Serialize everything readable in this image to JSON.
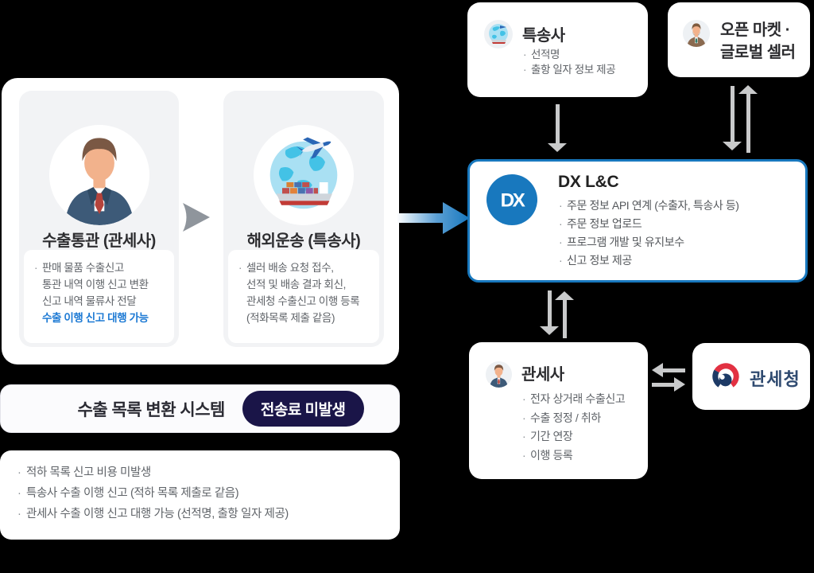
{
  "colors": {
    "background": "#000000",
    "accent_blue": "#1878be",
    "highlight_blue": "#1d7ad4",
    "badge_navy": "#1a1548",
    "arrow_gray": "#c9cacb",
    "emblem_red": "#e23142",
    "emblem_navy": "#1d3a66"
  },
  "icons": {
    "businessman_avatar": "man-in-navy-suit-red-tie",
    "transport_globe": "globe-with-airplane-and-container-ship",
    "courier_globe": "globe-with-airplane-and-container-ship",
    "seller_avatar": "bearded-man-in-brown-suit",
    "broker_avatar": "man-in-navy-suit-red-tie",
    "dx_logo": "blue-circle-DX-monogram",
    "customs_emblem": "korea-government-taegeuk-swirl",
    "airplane_glyph": "✈"
  },
  "left_panel": {
    "customs": {
      "title": "수출통관 (관세사)",
      "lines": [
        "판매 물품 수출신고",
        "통관 내역 이행 신고 변환",
        "신고 내역 물류사 전달"
      ],
      "highlight": "수출 이행 신고 대행 가능"
    },
    "transport": {
      "title": "해외운송 (특송사)",
      "lines": [
        "셀러 배송 요청 접수,",
        "선적 및 배송 결과 회신,",
        "관세청 수출신고 이행 등록",
        "(적화목록 제출 같음)"
      ]
    }
  },
  "conversion_bar": {
    "title": "수출 목록 변환 시스템",
    "badge": "전송료 미발생"
  },
  "notes_card": {
    "items": [
      "적하 목록 신고 비용 미발생",
      "특송사 수출 이행 신고 (적하 목록 제출로 같음)",
      "관세사 수출 이행 신고 대행 가능 (선적명, 출항 일자 제공)"
    ]
  },
  "courier_card": {
    "title": "특송사",
    "items": [
      "선적명",
      "출항 일자 정보 제공"
    ]
  },
  "seller_card": {
    "title_line1": "오픈 마켓 ·",
    "title_line2": "글로벌 셀러"
  },
  "dx_card": {
    "logo_text": "DX",
    "title": "DX L&C",
    "items": [
      "주문 정보 API 연계 (수출자, 특송사 등)",
      "주문 정보 업로드",
      "프로그램 개발 및 유지보수",
      "신고 정보 제공"
    ]
  },
  "broker_card": {
    "title": "관세사",
    "items": [
      "전자 상거래 수출신고",
      "수출 정정 / 취하",
      "기간 연장",
      "이행 등록"
    ]
  },
  "customs_office_card": {
    "title": "관세청"
  }
}
